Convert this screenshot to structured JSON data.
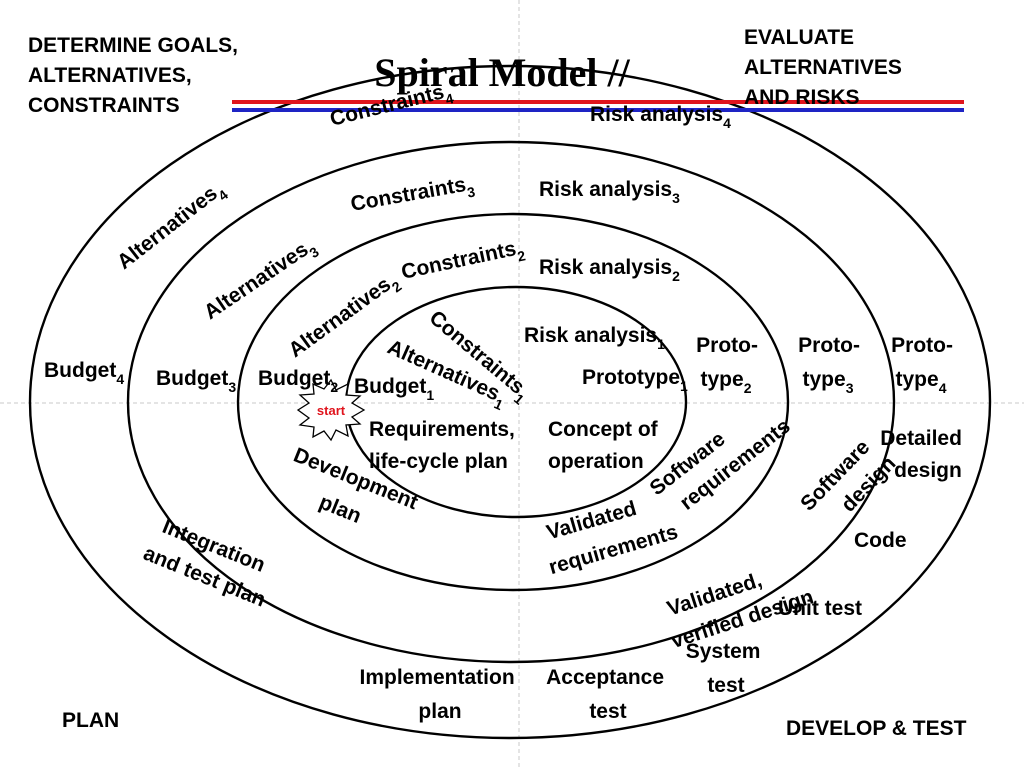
{
  "title": "Spiral Model //",
  "colors": {
    "accent_red": "#e0141d",
    "accent_blue": "#1e24c4",
    "spiral": "#000000"
  },
  "quadrants": {
    "top_left": [
      "DETERMINE GOALS,",
      "ALTERNATIVES,",
      "CONSTRAINTS"
    ],
    "top_right": [
      "EVALUATE",
      "ALTERNATIVES",
      "AND RISKS"
    ],
    "bottom_left": "PLAN",
    "bottom_right": "DEVELOP & TEST"
  },
  "start_label": "start",
  "constraints": [
    {
      "base": "Constraints",
      "sub": "1"
    },
    {
      "base": "Constraints",
      "sub": "2"
    },
    {
      "base": "Constraints",
      "sub": "3"
    },
    {
      "base": "Constraints",
      "sub": "4"
    }
  ],
  "alternatives": [
    {
      "base": "Alternatives",
      "sub": "1"
    },
    {
      "base": "Alternatives",
      "sub": "2"
    },
    {
      "base": "Alternatives",
      "sub": "3"
    },
    {
      "base": "Alternatives",
      "sub": "4"
    }
  ],
  "risk": [
    {
      "base": "Risk analysis",
      "sub": "1"
    },
    {
      "base": "Risk analysis",
      "sub": "2"
    },
    {
      "base": "Risk analysis",
      "sub": "3"
    },
    {
      "base": "Risk analysis",
      "sub": "4"
    }
  ],
  "budget": [
    {
      "base": "Budget",
      "sub": "1"
    },
    {
      "base": "Budget",
      "sub": "2"
    },
    {
      "base": "Budget",
      "sub": "3"
    },
    {
      "base": "Budget",
      "sub": "4"
    }
  ],
  "prototypes": {
    "p1": {
      "base": "Prototype",
      "sub": "1"
    },
    "p2": {
      "line1": "Proto-",
      "base": "type",
      "sub": "2"
    },
    "p3": {
      "line1": "Proto-",
      "base": "type",
      "sub": "3"
    },
    "p4": {
      "line1": "Proto-",
      "base": "type",
      "sub": "4"
    }
  },
  "develop": {
    "concept": [
      "Concept of",
      "operation"
    ],
    "sw_req": [
      "Software",
      "requirements"
    ],
    "validated_req": [
      "Validated",
      "requirements"
    ],
    "sw_design": [
      "Software",
      "design"
    ],
    "validated_design": [
      "Validated,",
      "verified design"
    ],
    "detailed": [
      "Detailed",
      "design"
    ],
    "code": "Code",
    "unit": "Unit test",
    "system": [
      "System",
      "test"
    ],
    "acceptance": [
      "Acceptance",
      "test"
    ]
  },
  "plan": {
    "requirements": [
      "Requirements,",
      "life-cycle plan"
    ],
    "development": [
      "Development",
      "plan"
    ],
    "integration": [
      "Integration",
      "and test plan"
    ],
    "implementation": [
      "Implementation",
      "plan"
    ]
  }
}
